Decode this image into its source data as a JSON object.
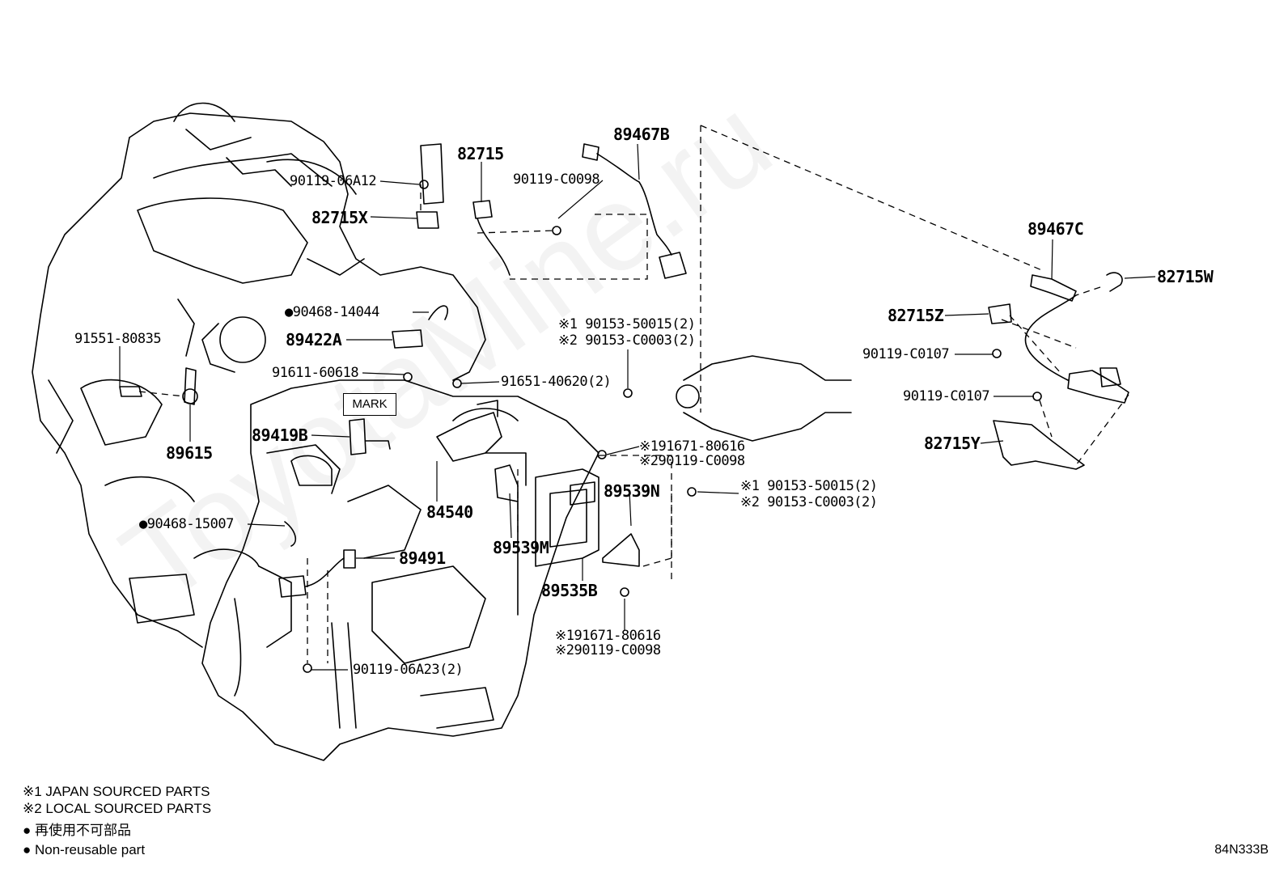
{
  "diagram": {
    "callouts": [
      {
        "id": "p82715",
        "text": "82715",
        "size": "big"
      },
      {
        "id": "p89467B",
        "text": "89467B",
        "size": "big"
      },
      {
        "id": "p90119_06A12",
        "text": "90119-06A12",
        "size": "small"
      },
      {
        "id": "p90119_C0098_top",
        "text": "90119-C0098",
        "size": "small"
      },
      {
        "id": "p82715X",
        "text": "82715X",
        "size": "big"
      },
      {
        "id": "p89467C",
        "text": "89467C",
        "size": "big"
      },
      {
        "id": "p82715W",
        "text": "82715W",
        "size": "big"
      },
      {
        "id": "p82715Z",
        "text": "82715Z",
        "size": "big"
      },
      {
        "id": "p90119_C0107_a",
        "text": "90119-C0107",
        "size": "small"
      },
      {
        "id": "p90119_C0107_b",
        "text": "90119-C0107",
        "size": "small"
      },
      {
        "id": "p82715Y",
        "text": "82715Y",
        "size": "big"
      },
      {
        "id": "p90468_14044",
        "text": "●90468-14044",
        "size": "small"
      },
      {
        "id": "p89422A",
        "text": "89422A",
        "size": "big"
      },
      {
        "id": "p90153_a1",
        "text": "※1 90153-50015(2)",
        "size": "small"
      },
      {
        "id": "p90153_a2",
        "text": "※2 90153-C0003(2)",
        "size": "small"
      },
      {
        "id": "p91551",
        "text": "91551-80835",
        "size": "small"
      },
      {
        "id": "p91611",
        "text": "91611-60618",
        "size": "small"
      },
      {
        "id": "p91651",
        "text": "91651-40620(2)",
        "size": "small"
      },
      {
        "id": "p89615",
        "text": "89615",
        "size": "big"
      },
      {
        "id": "p89419B",
        "text": "89419B",
        "size": "big"
      },
      {
        "id": "p91671_a1",
        "text": "※191671-80616",
        "size": "small"
      },
      {
        "id": "p90119_a2",
        "text": "※290119-C0098",
        "size": "small"
      },
      {
        "id": "p89539N",
        "text": "89539N",
        "size": "big"
      },
      {
        "id": "p90153_b1",
        "text": "※1 90153-50015(2)",
        "size": "small"
      },
      {
        "id": "p90153_b2",
        "text": "※2 90153-C0003(2)",
        "size": "small"
      },
      {
        "id": "p84540",
        "text": "84540",
        "size": "big"
      },
      {
        "id": "p90468_15007",
        "text": "●90468-15007",
        "size": "small"
      },
      {
        "id": "p89491",
        "text": "89491",
        "size": "big"
      },
      {
        "id": "p89539M",
        "text": "89539M",
        "size": "big"
      },
      {
        "id": "p89535B",
        "text": "89535B",
        "size": "big"
      },
      {
        "id": "p91671_b1",
        "text": "※191671-80616",
        "size": "small"
      },
      {
        "id": "p90119_b2",
        "text": "※290119-C0098",
        "size": "small"
      },
      {
        "id": "p90119_06A23",
        "text": "90119-06A23(2)",
        "size": "small"
      }
    ],
    "mark_label": "MARK",
    "watermark": "ToyotaMine.ru"
  },
  "legend": {
    "items": [
      "※1 JAPAN SOURCED PARTS",
      "※2 LOCAL SOURCED PARTS",
      "● 再使用不可部品",
      "● Non-reusable part"
    ]
  },
  "illustration_code": "84N333B"
}
